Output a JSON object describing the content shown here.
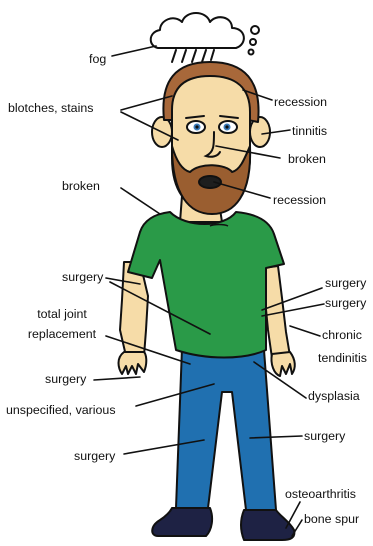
{
  "colors": {
    "shirt": "#2a9a48",
    "pants": "#2070b0",
    "skin": "#f6dca8",
    "hair": "#a8683a",
    "beard": "#9a5e30",
    "shoes": "#1e2244",
    "cloud": "#ffffff",
    "line": "#111111"
  },
  "labels": {
    "fog": "fog",
    "blotches_stains": "blotches, stains",
    "recession_hair": "recession",
    "tinnitis": "tinnitis",
    "broken_nose": "broken",
    "recession_gums": "recession",
    "broken_collarbone": "broken",
    "surgery_shoulder_left": "surgery",
    "surgery_shoulder_right_1": "surgery",
    "surgery_shoulder_right_2": "surgery",
    "total_joint_replacement_1": "total joint",
    "total_joint_replacement_2": "replacement",
    "chronic_tendinitis_1": "chronic",
    "chronic_tendinitis_2": "tendinitis",
    "surgery_hand": "surgery",
    "dysplasia": "dysplasia",
    "unspecified_various": "unspecified, various",
    "surgery_knee_right": "surgery",
    "surgery_knee_left": "surgery",
    "osteoarthritis": "osteoarthritis",
    "bone_spur": "bone spur"
  }
}
